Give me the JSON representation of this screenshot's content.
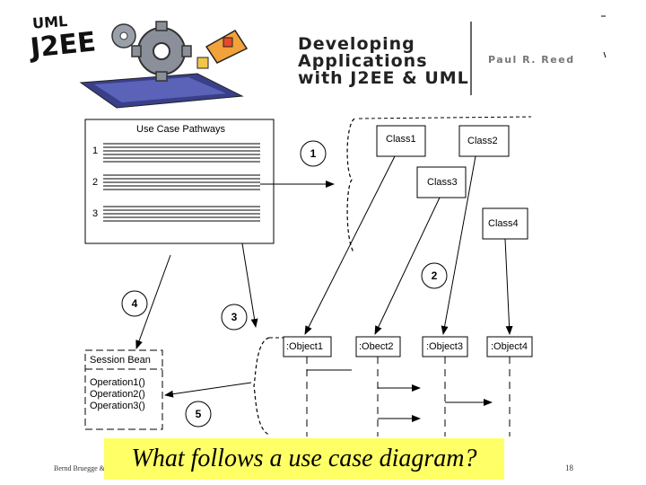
{
  "banner": {
    "logo_text": "J2EE",
    "title_lines": [
      "Developing",
      "Applications",
      "with J2EE & UML"
    ],
    "author": "Paul R. Reed"
  },
  "use_case_box": {
    "title": "Use Case Pathways",
    "pathways": [
      "1",
      "2",
      "3"
    ]
  },
  "classes": [
    "Class1",
    "Class2",
    "Class3",
    "Class4"
  ],
  "objects": [
    ":Object1",
    ":Obect2",
    ":Object3",
    ":Object4"
  ],
  "session_bean": {
    "title": "Session Bean",
    "operations": [
      "Operation1()",
      "Operation2()",
      "Operation3()"
    ]
  },
  "steps": [
    "1",
    "2",
    "3",
    "4",
    "5"
  ],
  "question": "What follows a use case diagram?",
  "footer_left": "Bernd Bruegge &",
  "page_number": "18",
  "colors": {
    "question_background": "#ffff66"
  }
}
